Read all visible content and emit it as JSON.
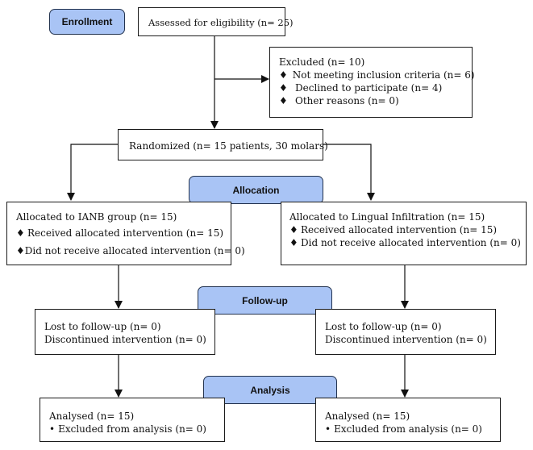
{
  "stages": {
    "enrollment": "Enrollment",
    "allocation": "Allocation",
    "followup": "Follow-up",
    "analysis": "Analysis"
  },
  "assessed": "Assessed for eligibility (n= 25)",
  "excluded": {
    "title": "Excluded (n= 10)",
    "marker": "♦",
    "items": [
      "Not meeting inclusion criteria (n= 6)",
      "Declined to participate (n= 4)",
      "Other reasons (n= 0)"
    ]
  },
  "randomized": "Randomized (n= 15 patients, 30 molars)",
  "allocation": {
    "left": {
      "title": "Allocated to IANB group (n= 15)",
      "items": [
        "Received allocated intervention (n= 15)",
        "Did not receive allocated intervention  (n= 0)"
      ]
    },
    "right": {
      "title": "Allocated to Lingual Infiltration (n= 15)",
      "items": [
        "Received allocated intervention (n= 15)",
        "Did not receive allocated intervention  (n= 0)"
      ]
    }
  },
  "followup": {
    "left": [
      "Lost to follow-up (n= 0)",
      "Discontinued intervention (n= 0)"
    ],
    "right": [
      "Lost to follow-up (n= 0)",
      "Discontinued intervention (n= 0)"
    ]
  },
  "analysis": {
    "left": {
      "title": "Analysed (n= 15)",
      "marker": "•",
      "item": "Excluded from analysis (n= 0)"
    },
    "right": {
      "title": "Analysed (n= 15)",
      "marker": "•",
      "item": "Excluded from analysis (n= 0)"
    }
  }
}
